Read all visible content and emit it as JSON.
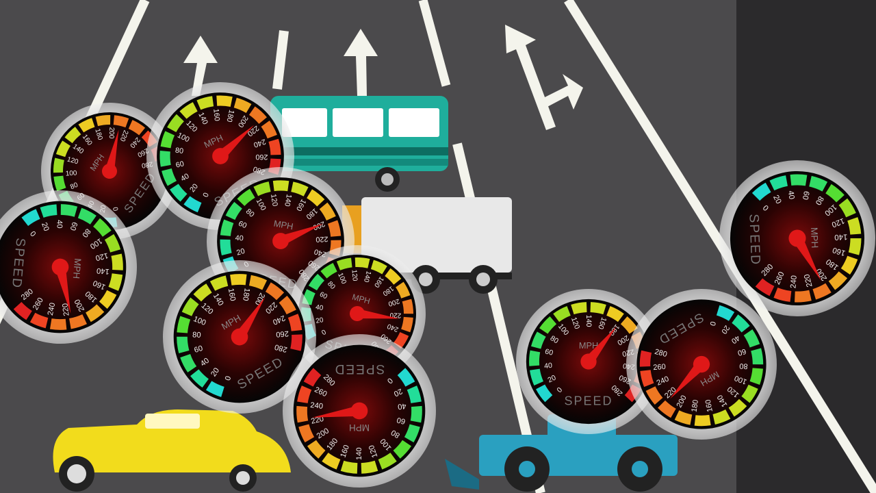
{
  "gauge": {
    "title": "SPEED",
    "unit": "MPH",
    "tick_labels": [
      "0",
      "20",
      "40",
      "60",
      "80",
      "100",
      "120",
      "140",
      "160",
      "180",
      "200",
      "220",
      "240",
      "260",
      "280"
    ],
    "range": [
      0,
      280
    ],
    "zone_colors": [
      "#22d8d0",
      "#22dd99",
      "#33dd66",
      "#55dd33",
      "#99dd22",
      "#ccdd22",
      "#eecc22",
      "#eeaa22",
      "#ee7722",
      "#ee4422",
      "#e02222"
    ]
  },
  "gauges": [
    {
      "reading": 210
    },
    {
      "reading": 215
    },
    {
      "reading": 215
    },
    {
      "reading": 200
    },
    {
      "reading": 225
    },
    {
      "reading": 205
    },
    {
      "reading": 225
    },
    {
      "reading": 180
    },
    {
      "reading": 215
    },
    {
      "reading": 205
    }
  ],
  "colors": {
    "road": "#4b4a4c",
    "shoulder": "#2b2a2c",
    "lane_marking": "#f4f4ec",
    "bus": "#1fae9c",
    "truck_box": "#e8e8e8",
    "car": "#f2dc1c",
    "tractor": "#2aa0c0"
  }
}
